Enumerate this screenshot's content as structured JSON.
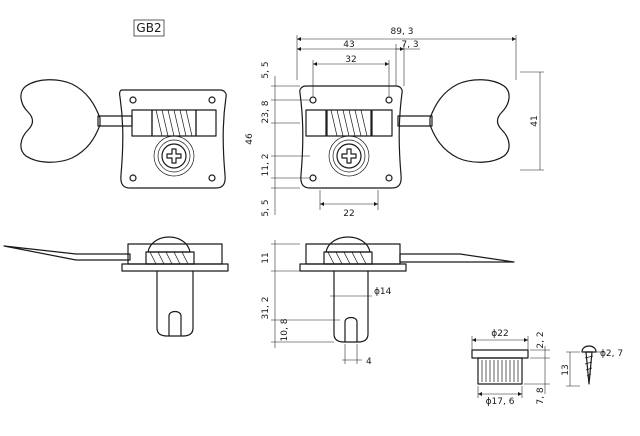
{
  "model_label": "GB2",
  "dimensions": {
    "total_width": "89, 3",
    "plate_width": "43",
    "post_offset": "7, 3",
    "hole_spacing": "32",
    "top_margin": "5, 5",
    "plate_height": "46",
    "worm_height": "23, 8",
    "gear_offset": "11, 2",
    "bottom_margin": "5, 5",
    "gear_spacing": "22",
    "key_height": "41",
    "side_height": "11",
    "post_diameter": "ϕ14",
    "post_length": "31, 2",
    "slot_height": "10, 8",
    "slot_width": "4",
    "bushing_diameter": "ϕ22",
    "bushing_flange": "2, 2",
    "bushing_height": "13",
    "bushing_inner_diameter": "ϕ17, 6",
    "bushing_inner_height": "7, 8",
    "screw_diameter": "ϕ2, 7"
  }
}
